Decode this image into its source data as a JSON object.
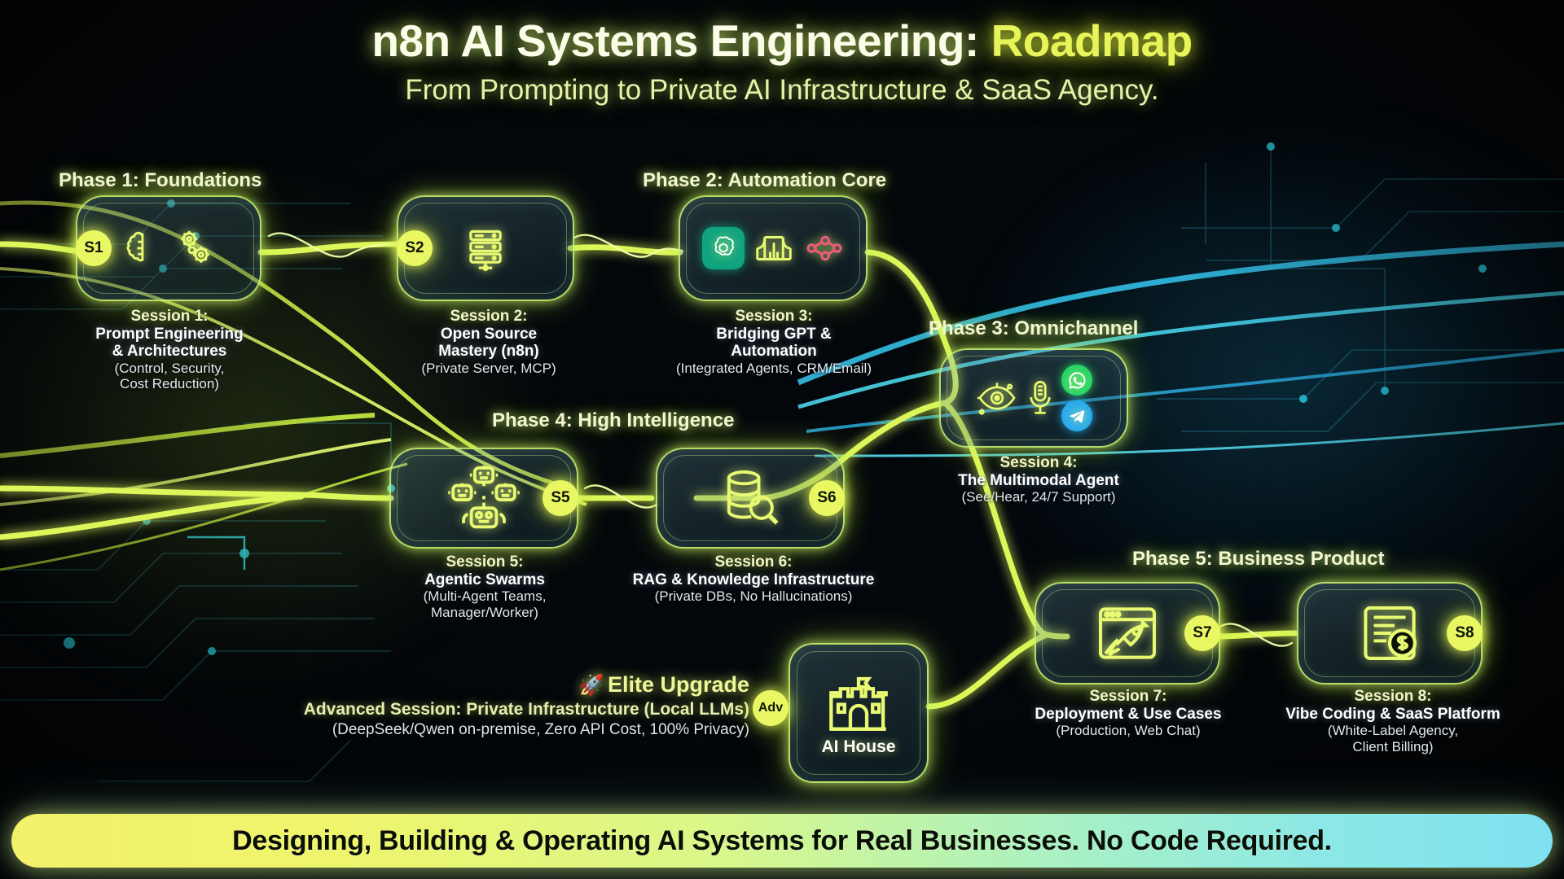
{
  "header": {
    "title_main": "n8n AI Systems Engineering:",
    "title_accent": "Roadmap",
    "subtitle": "From Prompting to Private AI Infrastructure & SaaS Agency."
  },
  "phases": [
    {
      "id": "phase1",
      "label": "Phase 1: Foundations"
    },
    {
      "id": "phase2",
      "label": "Phase 2: Automation Core"
    },
    {
      "id": "phase3",
      "label": "Phase 3: Omnichannel"
    },
    {
      "id": "phase4",
      "label": "Phase 4: High Intelligence"
    },
    {
      "id": "phase5",
      "label": "Phase 5: Business Product"
    }
  ],
  "nodes": [
    {
      "id": "s1",
      "badge": "S1",
      "badge_side": "left",
      "icons": [
        "brain-icon",
        "gears-icon"
      ],
      "title": "Session 1:",
      "name_line1": "Prompt Engineering",
      "name_line2": "& Architectures",
      "detail_line1": "(Control, Security,",
      "detail_line2": "Cost Reduction)"
    },
    {
      "id": "s2",
      "badge": "S2",
      "badge_side": "left",
      "icons": [
        "server-rack-icon"
      ],
      "title": "Session 2:",
      "name_line1": "Open Source",
      "name_line2": "Mastery (n8n)",
      "detail_line1": "(Private Server, MCP)",
      "detail_line2": ""
    },
    {
      "id": "s3",
      "badge": "",
      "badge_side": "none",
      "icons": [
        "openai-icon",
        "bridge-icon",
        "node-network-icon"
      ],
      "title": "Session 3:",
      "name_line1": "Bridging GPT &",
      "name_line2": "Automation",
      "detail_line1": "(Integrated Agents, CRM/Email)",
      "detail_line2": ""
    },
    {
      "id": "s4",
      "badge": "",
      "badge_side": "none",
      "icons": [
        "eye-icon",
        "microphone-icon",
        "whatsapp-icon",
        "telegram-icon"
      ],
      "title": "Session 4:",
      "name_line1": "The Multimodal Agent",
      "name_line2": "",
      "detail_line1": "(See/Hear, 24/7 Support)",
      "detail_line2": ""
    },
    {
      "id": "s5",
      "badge": "S5",
      "badge_side": "right",
      "icons": [
        "robot-swarm-icon"
      ],
      "title": "Session 5:",
      "name_line1": "Agentic Swarms",
      "name_line2": "",
      "detail_line1": "(Multi-Agent Teams,",
      "detail_line2": "Manager/Worker)"
    },
    {
      "id": "s6",
      "badge": "S6",
      "badge_side": "right",
      "icons": [
        "database-search-icon"
      ],
      "title": "Session 6:",
      "name_line1": "RAG & Knowledge Infrastructure",
      "name_line2": "",
      "detail_line1": "(Private DBs, No Hallucinations)",
      "detail_line2": ""
    },
    {
      "id": "s7",
      "badge": "S7",
      "badge_side": "right",
      "icons": [
        "rocket-browser-icon"
      ],
      "title": "Session 7:",
      "name_line1": "Deployment & Use Cases",
      "name_line2": "",
      "detail_line1": "(Production, Web Chat)",
      "detail_line2": ""
    },
    {
      "id": "s8",
      "badge": "S8",
      "badge_side": "right",
      "icons": [
        "invoice-dollar-icon"
      ],
      "title": "Session 8:",
      "name_line1": "Vibe Coding & SaaS Platform",
      "name_line2": "",
      "detail_line1": "(White-Label Agency,",
      "detail_line2": "Client Billing)"
    }
  ],
  "elite": {
    "rocket": "🚀",
    "title": "Elite Upgrade",
    "line2": "Advanced Session: Private Infrastructure (Local LLMs)",
    "line3": "(DeepSeek/Qwen on-premise, Zero API Cost, 100% Privacy)",
    "badge": "Adv"
  },
  "ai_house": {
    "icon": "castle-icon",
    "label": "AI House"
  },
  "banner": {
    "text": "Designing, Building & Operating AI Systems for Real Businesses. No Code Required."
  },
  "colors": {
    "neon_yellow": "#e8f55a",
    "neon_green": "#cdf56e",
    "cyan": "#7fe2f0",
    "background": "#03070b",
    "whatsapp": "#25d366",
    "telegram": "#2aabee",
    "openai": "#10a37f"
  }
}
